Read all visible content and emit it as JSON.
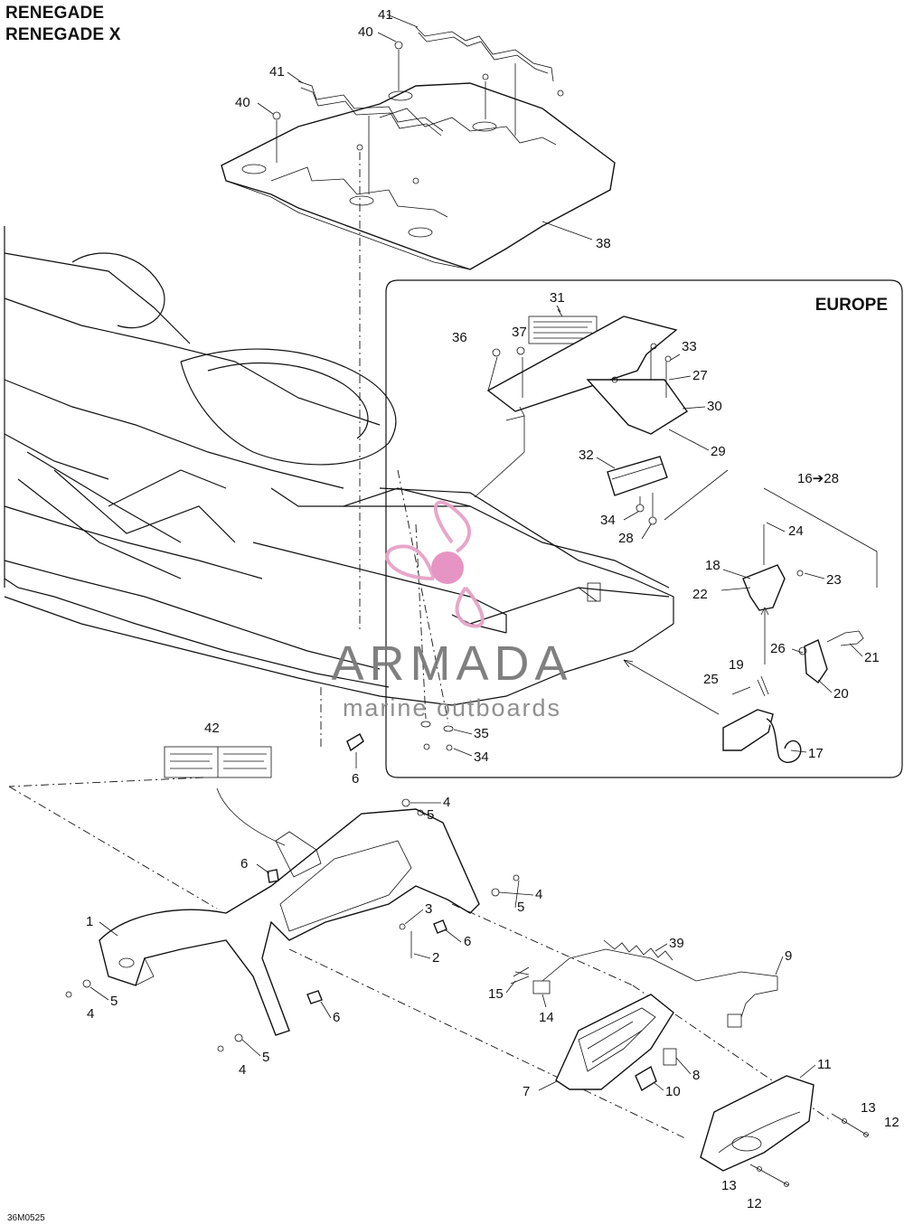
{
  "header": {
    "title_line1": "RENEGADE",
    "title_line2": "RENEGADE X"
  },
  "region_label": "EUROPE",
  "drawing_code": "36M0525",
  "watermark": {
    "brand": "ARMADA",
    "tagline": "marine outboards",
    "colors": {
      "logo": "#e6a3c7",
      "logo_dot": "#e58fc0",
      "text": "#7a7a7a"
    }
  },
  "callouts": {
    "c41a": "41",
    "c40a": "40",
    "c41b": "41",
    "c40b": "40",
    "c38": "38",
    "c31": "31",
    "c36": "36",
    "c37": "37",
    "c33": "33",
    "c27": "27",
    "c30": "30",
    "c29": "29",
    "c32": "32",
    "c34a": "34",
    "c28": "28",
    "c16_28": "16➔28",
    "c24": "24",
    "c18": "18",
    "c23": "23",
    "c22": "22",
    "c26": "26",
    "c21": "21",
    "c19": "19",
    "c25": "25",
    "c20": "20",
    "c17": "17",
    "c35": "35",
    "c34b": "34",
    "c6a": "6",
    "c42": "42",
    "c4a": "4",
    "c5a": "5",
    "c6b": "6",
    "c4b": "4",
    "c5b": "5",
    "c3": "3",
    "c6c": "6",
    "c1": "1",
    "c2": "2",
    "c39": "39",
    "c9": "9",
    "c15": "15",
    "c14": "14",
    "c5c": "5",
    "c4c": "4",
    "c6d": "6",
    "c5d": "5",
    "c4d": "4",
    "c7": "7",
    "c8": "8",
    "c10": "10",
    "c11": "11",
    "c13a": "13",
    "c12a": "12",
    "c13b": "13",
    "c12b": "12"
  }
}
